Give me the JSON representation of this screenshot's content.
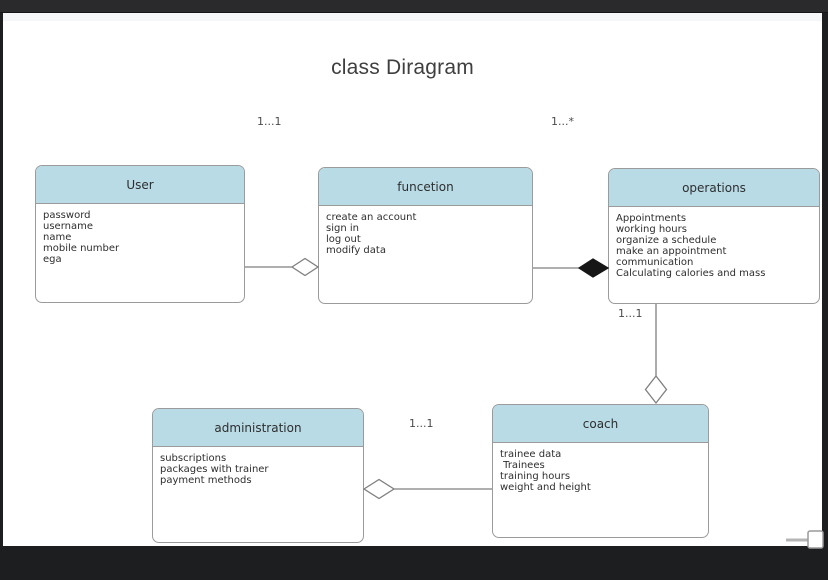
{
  "colors": {
    "frame": "#1d1e20",
    "canvas": "#ffffff",
    "header-fill": "#b8dbe6",
    "border": "#9b9b9b",
    "connector": "#7f7f7f",
    "title-text": "#3f3f3f",
    "body-text": "#2e2e2e"
  },
  "diagram": {
    "title": "class Diragram",
    "classes": [
      {
        "name": "User",
        "attributes": [
          "password",
          "username",
          "name",
          "mobile number",
          "ega"
        ]
      },
      {
        "name": "funcetion",
        "attributes": [
          "create an account",
          "sign in",
          "log out",
          "modify data"
        ]
      },
      {
        "name": "operations",
        "attributes": [
          "Appointments",
          "working hours",
          "organize a schedule",
          "make an appointment",
          "communication",
          "Calculating calories and mass"
        ]
      },
      {
        "name": "administration",
        "attributes": [
          "subscriptions",
          "packages with trainer",
          "payment methods"
        ]
      },
      {
        "name": "coach",
        "attributes": [
          "trainee data",
          " Trainees",
          "training hours",
          "weight and height"
        ]
      }
    ],
    "connectors": [
      {
        "from": "User",
        "to": "funcetion",
        "type": "aggregation",
        "diamond": "hollow",
        "diamond_at": "funcetion",
        "label": "1...1"
      },
      {
        "from": "funcetion",
        "to": "operations",
        "type": "composition",
        "diamond": "filled",
        "diamond_at": "operations",
        "label": "1...*"
      },
      {
        "from": "operations",
        "to": "coach",
        "type": "aggregation",
        "diamond": "hollow",
        "diamond_at": "coach",
        "label": "1...1"
      },
      {
        "from": "administration",
        "to": "coach",
        "type": "aggregation",
        "diamond": "hollow",
        "diamond_at": "administration",
        "label": "1...1"
      }
    ]
  }
}
